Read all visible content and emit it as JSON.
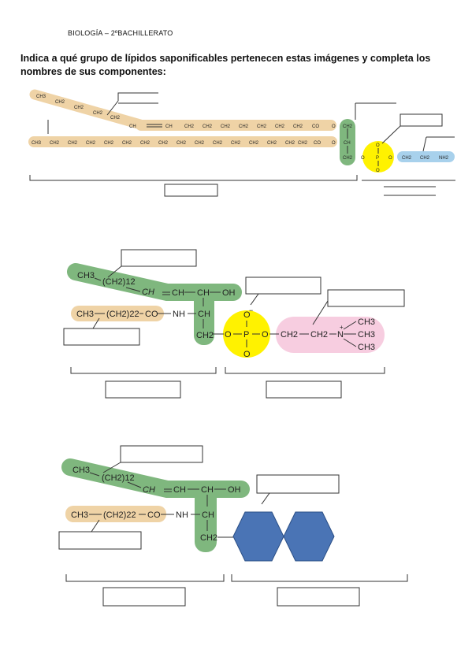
{
  "header": {
    "subject": "BIOLOGÍA – 2ºBACHILLERATO"
  },
  "instruction": {
    "text": "Indica a qué grupo de lípidos saponificables pertenecen estas imágenes y completa los nombres de sus componentes:"
  },
  "figure1": {
    "upper_chain": [
      "CH3",
      "CH2",
      "CH2",
      "CH2",
      "CH2",
      "CH",
      "CH",
      "CH2",
      "CH2",
      "CH2",
      "CH2",
      "CH2",
      "CH2",
      "CH2",
      "CO",
      "O",
      "CH2"
    ],
    "lower_chain": [
      "CH3",
      "CH2",
      "CH2",
      "CH2",
      "CH2",
      "CH2",
      "CH2",
      "CH2",
      "CH2",
      "CH2",
      "CH2",
      "CH2",
      "CH2",
      "CH2",
      "CH2",
      "CH2",
      "CO",
      "O",
      "CH"
    ],
    "glycerol_bottom": "CH2",
    "phosphate": {
      "p": "P",
      "o": "O"
    },
    "amine": [
      "CH2",
      "CH2",
      "NH2"
    ]
  },
  "figure2": {
    "chain1": {
      "ch3": "CH3",
      "ch2n": "(CH2)12",
      "ch_a": "CH",
      "ch_b": "CH",
      "ch_c": "CH",
      "oh": "OH"
    },
    "chain2": {
      "ch3": "CH3",
      "ch2n": "(CH2)22",
      "co": "CO",
      "nh": "NH",
      "ch": "CH"
    },
    "ch2": "CH2",
    "phosphate": {
      "o_top": "O",
      "o_left": "O",
      "p": "P",
      "o_right": "O",
      "o_bottom": "O",
      "minus": "−"
    },
    "choline": {
      "ch2a": "CH2",
      "ch2b": "CH2",
      "n": "N",
      "plus": "+",
      "ch3_1": "CH3",
      "ch3_2": "CH3",
      "ch3_3": "CH3"
    }
  },
  "figure3": {
    "chain1": {
      "ch3": "CH3",
      "ch2n": "(CH2)12",
      "ch_a": "CH",
      "ch_b": "CH",
      "ch_c": "CH",
      "oh": "OH"
    },
    "chain2": {
      "ch3": "CH3",
      "ch2n": "(CH2)22",
      "co": "CO",
      "nh": "NH",
      "ch": "CH"
    },
    "ch2": "CH2"
  },
  "colors": {
    "fatty_acid": "#efd3a6",
    "glycerol_sphingosine": "#7fb77e",
    "phosphate": "#fff200",
    "amine": "#a8d1ec",
    "choline": "#f7cde0",
    "sugar": "#4a74b5"
  }
}
